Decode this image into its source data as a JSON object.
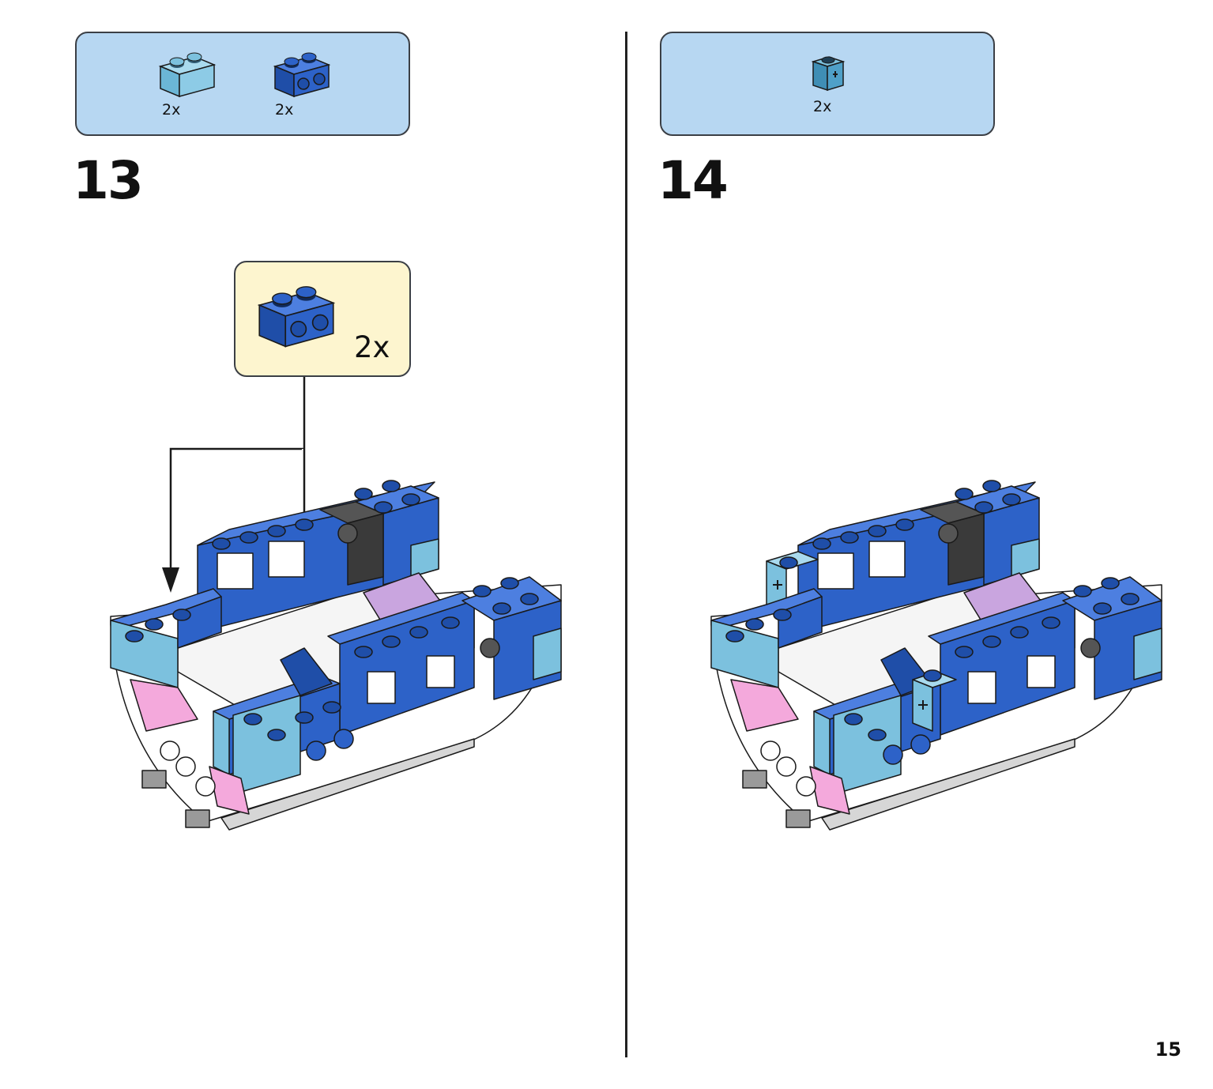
{
  "steps": [
    {
      "number": "13",
      "parts": [
        {
          "icon": "light-blue-1x2-brick-icon",
          "qty": "2x"
        },
        {
          "icon": "blue-1x2-brick-with-side-studs-icon",
          "qty": "2x"
        }
      ],
      "callout": {
        "icon": "blue-1x2-brick-with-side-studs-icon",
        "qty": "2x"
      }
    },
    {
      "number": "14",
      "parts": [
        {
          "icon": "light-blue-1x1-brick-with-axle-hole-icon",
          "qty": "2x"
        }
      ]
    }
  ],
  "page_number": "15",
  "colors": {
    "parts_box": "#b7d7f2",
    "callout_box": "#fdf5cf",
    "brick_blue": "#2d62c8",
    "brick_light_blue": "#7cc1de",
    "brick_lavender": "#c9a5df",
    "brick_pink": "#f4a9dc"
  }
}
